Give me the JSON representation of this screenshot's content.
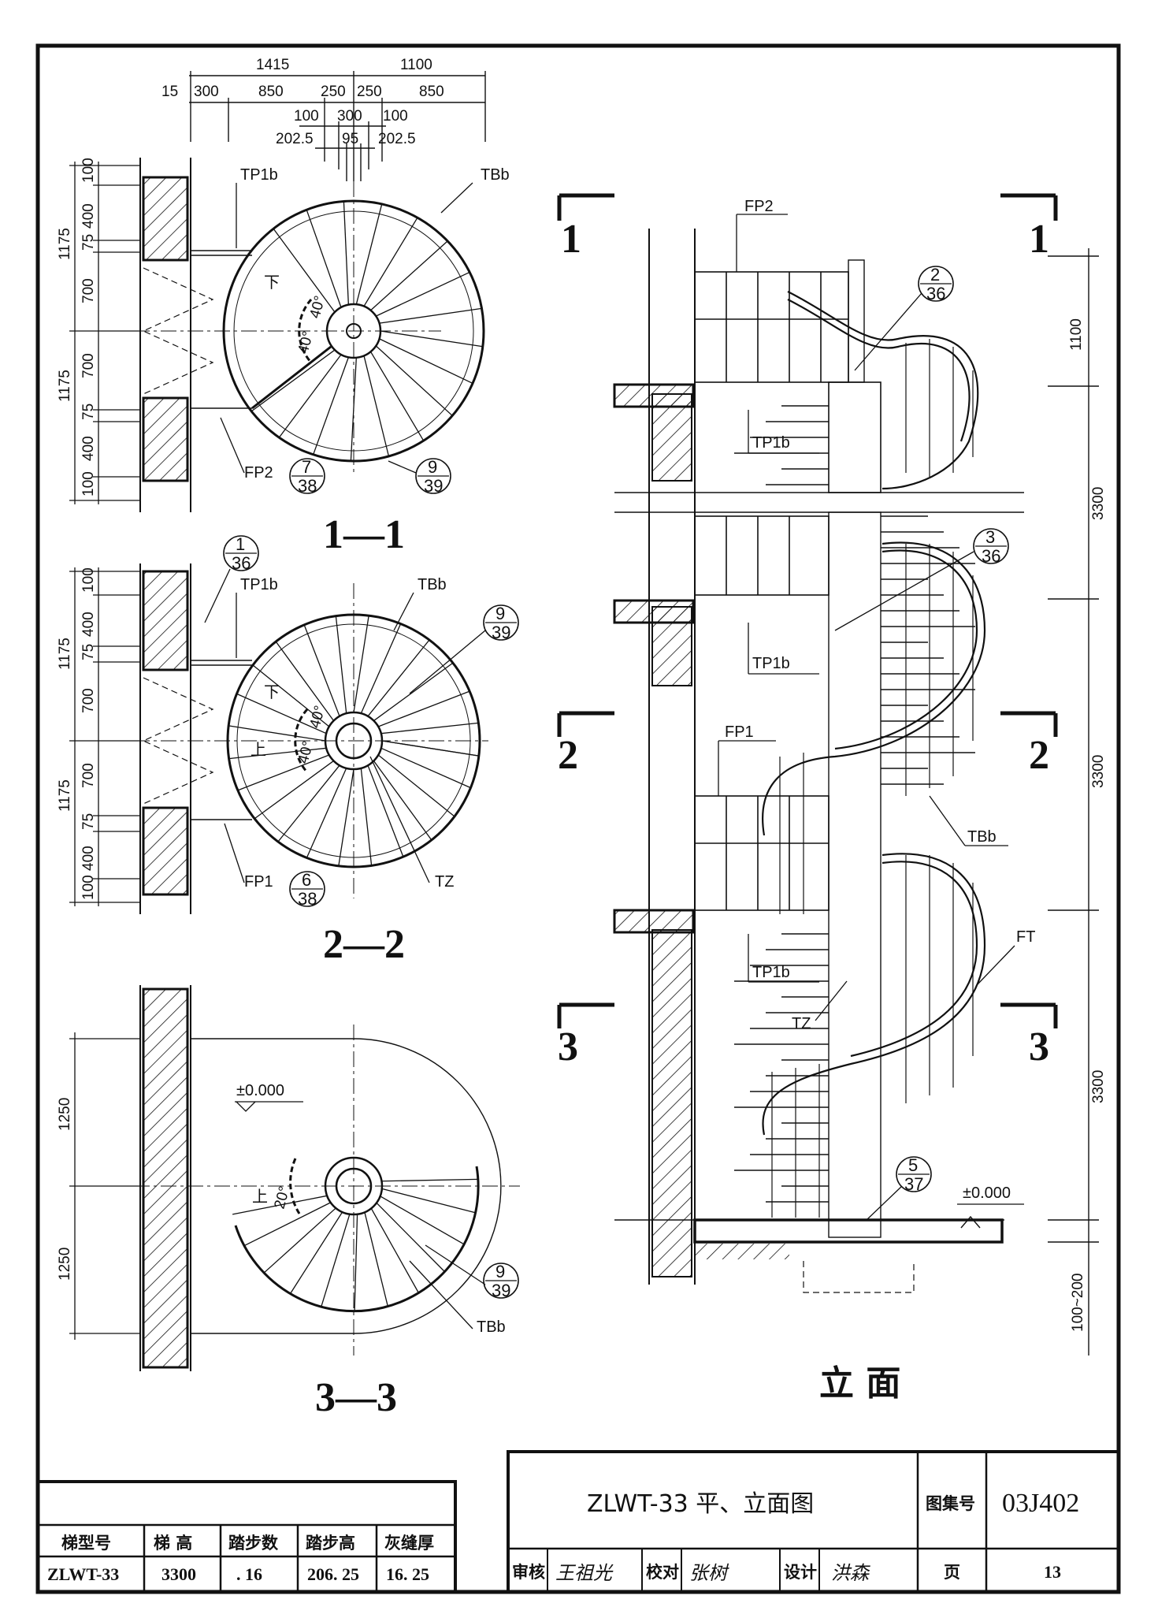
{
  "plans": {
    "p1": {
      "title": "1—1",
      "top_dims_row1": [
        "1415",
        "1100"
      ],
      "top_dims_row2": [
        "15",
        "300",
        "850",
        "250",
        "250",
        "850"
      ],
      "top_dims_row3": [
        "100",
        "300",
        "100"
      ],
      "top_dims_row4": [
        "202.5",
        "95",
        "202.5"
      ],
      "left_dims_outer": [
        "1175",
        "1175"
      ],
      "left_dims_inner": [
        "100",
        "400",
        "75",
        "700",
        "700",
        "75",
        "400",
        "100"
      ],
      "angles": [
        "40°",
        "40°"
      ],
      "labels": {
        "tp": "TP1b",
        "tb": "TBb",
        "fp": "FP2",
        "down": "下"
      },
      "refs": [
        {
          "top": "7",
          "bottom": "38"
        },
        {
          "top": "9",
          "bottom": "39"
        }
      ]
    },
    "p2": {
      "title": "2—2",
      "left_dims_outer": [
        "1175",
        "1175"
      ],
      "left_dims_inner": [
        "100",
        "400",
        "75",
        "700",
        "700",
        "75",
        "400",
        "100"
      ],
      "angles": [
        "40°",
        "40°"
      ],
      "labels": {
        "tp": "TP1b",
        "tb": "TBb",
        "fp": "FP1",
        "tz": "TZ",
        "down": "下",
        "up": "上"
      },
      "refs": [
        {
          "top": "1",
          "bottom": "36"
        },
        {
          "top": "9",
          "bottom": "39"
        },
        {
          "top": "6",
          "bottom": "38"
        }
      ]
    },
    "p3": {
      "title": "3—3",
      "left_dims": [
        "1250",
        "1250"
      ],
      "level": "±0.000",
      "angle": "20°",
      "labels": {
        "tb": "TBb",
        "up": "上"
      },
      "refs": [
        {
          "top": "9",
          "bottom": "39"
        }
      ]
    }
  },
  "elevation": {
    "title": "立 面",
    "section_marks": [
      "1",
      "1",
      "2",
      "2",
      "3",
      "3"
    ],
    "right_dims": [
      "1100",
      "3300",
      "3300",
      "3300",
      "100~200"
    ],
    "labels": {
      "fp2": "FP2",
      "fp1": "FP1",
      "tp1": "TP1b",
      "tp2": "TP1b",
      "tp3": "TP1b",
      "tbb": "TBb",
      "ft": "FT",
      "tz": "TZ"
    },
    "level": "±0.000",
    "refs": [
      {
        "top": "2",
        "bottom": "36"
      },
      {
        "top": "3",
        "bottom": "36"
      },
      {
        "top": "5",
        "bottom": "37"
      }
    ]
  },
  "spec_table": {
    "headers": [
      "梯型号",
      "梯 高",
      "踏步数",
      "踏步高",
      "灰缝厚"
    ],
    "row": [
      "ZLWT-33",
      "3300",
      ". 16",
      "206. 25",
      "16. 25"
    ]
  },
  "title_block": {
    "drawing_title": "ZLWT-33 平、立面图",
    "atlas_label": "图集号",
    "atlas_no": "03J402",
    "review_label": "审核",
    "reviewer": "王祖光",
    "check_label": "校对",
    "checker": "张树",
    "design_label": "设计",
    "designer": "洪森",
    "page_label": "页",
    "page_no": "13"
  }
}
